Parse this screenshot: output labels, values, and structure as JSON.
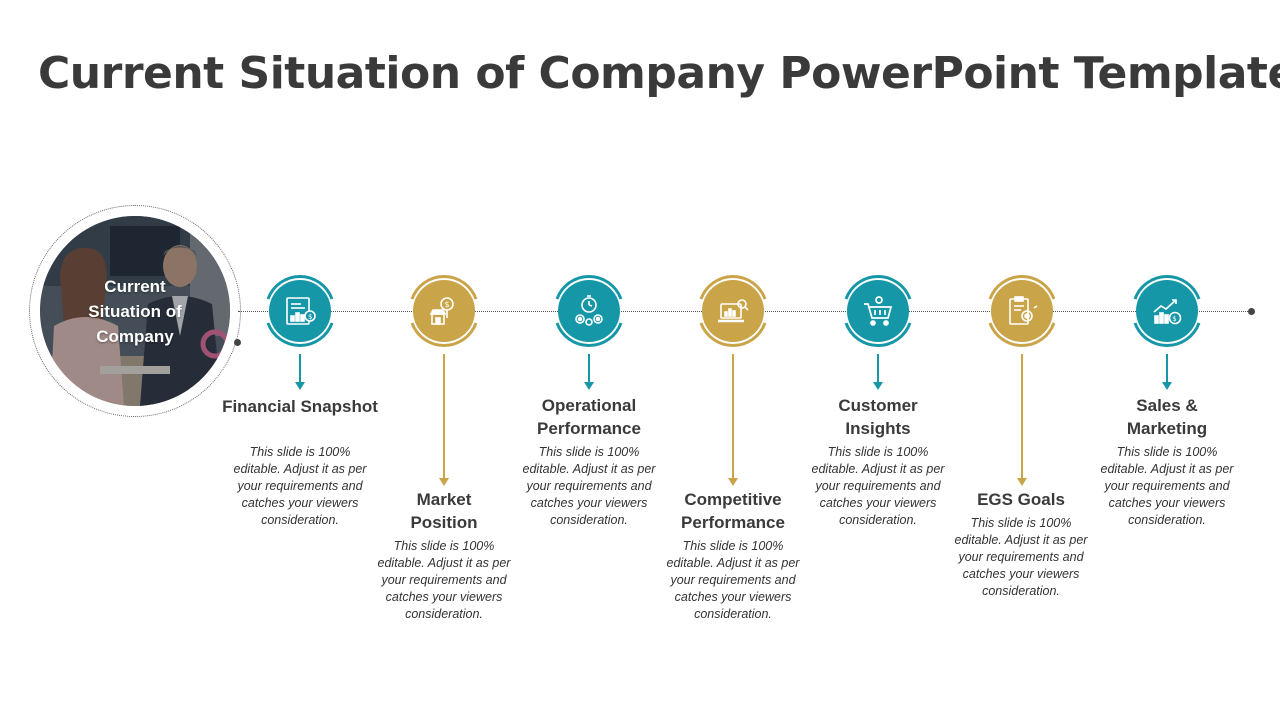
{
  "slide": {
    "title": "Current Situation of Company PowerPoint Template"
  },
  "hub": {
    "label": "Current Situation of Company"
  },
  "colors": {
    "teal": "#1697a8",
    "gold": "#c9a448",
    "text": "#3a3a3a"
  },
  "steps": [
    {
      "title": "Financial Snapshot",
      "description": "This slide is 100% editable. Adjust it as per your requirements and catches your viewers consideration.",
      "color": "teal",
      "icon": "financial-report-icon"
    },
    {
      "title": "Market Position",
      "description": "This slide is 100% editable. Adjust it as per your requirements and catches your viewers consideration.",
      "color": "gold",
      "icon": "market-store-icon"
    },
    {
      "title": "Operational Performance",
      "description": "This slide is 100% editable. Adjust it as per your requirements and catches your viewers consideration.",
      "color": "teal",
      "icon": "gears-timer-icon"
    },
    {
      "title": "Competitive Performance",
      "description": "This slide is 100% editable. Adjust it as per your requirements and catches your viewers consideration.",
      "color": "gold",
      "icon": "laptop-chart-icon"
    },
    {
      "title": "Customer Insights",
      "description": "This slide is 100% editable. Adjust it as per your requirements and catches your viewers consideration.",
      "color": "teal",
      "icon": "shopping-cart-icon"
    },
    {
      "title": "EGS Goals",
      "description": "This slide is 100% editable. Adjust it as per your requirements and catches your viewers consideration.",
      "color": "gold",
      "icon": "clipboard-gear-icon"
    },
    {
      "title": "Sales & Marketing",
      "description": "This slide is 100% editable. Adjust it as per your requirements and catches your viewers consideration.",
      "color": "teal",
      "icon": "sales-growth-icon"
    }
  ]
}
